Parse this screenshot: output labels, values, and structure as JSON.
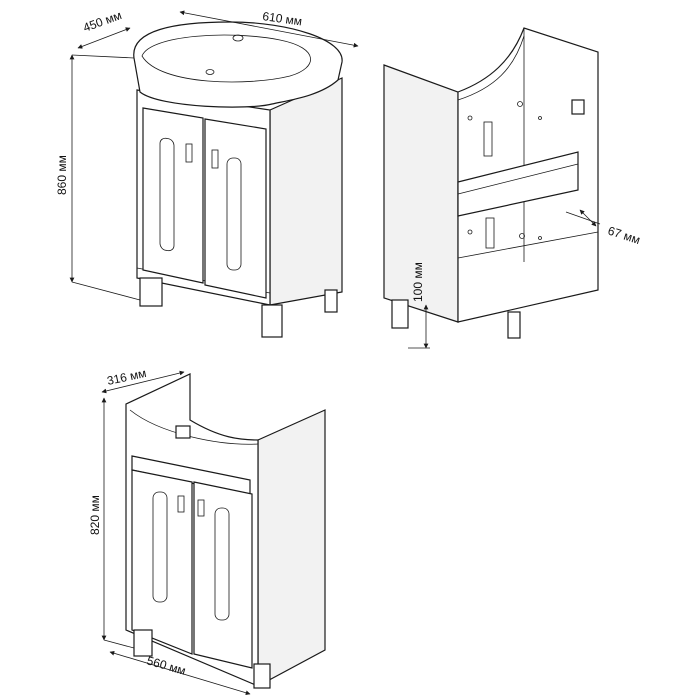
{
  "dimensions": {
    "depth_top": "450 мм",
    "width_top": "610 мм",
    "height_top": "860 мм",
    "leg_height": "100 мм",
    "shelf_offset": "67 мм",
    "depth_body": "316 мм",
    "height_body": "820 мм",
    "width_body": "560 мм"
  },
  "colors": {
    "line": "#1a1a1a",
    "background": "#ffffff"
  }
}
